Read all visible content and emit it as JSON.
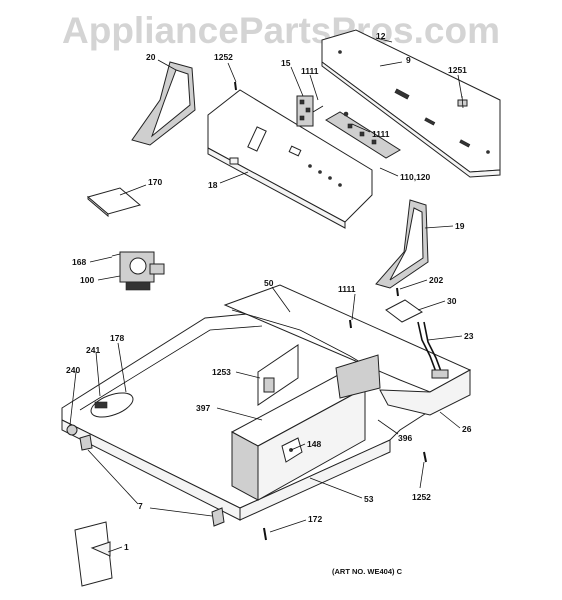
{
  "watermark": "AppliancePartsPros.com",
  "art_number": "(ART NO. WE404) C",
  "callouts": [
    {
      "id": "c20",
      "text": "20"
    },
    {
      "id": "c1252a",
      "text": "1252"
    },
    {
      "id": "c15",
      "text": "15"
    },
    {
      "id": "c1111a",
      "text": "1111"
    },
    {
      "id": "c12",
      "text": "12"
    },
    {
      "id": "c9",
      "text": "9"
    },
    {
      "id": "c1251",
      "text": "1251"
    },
    {
      "id": "c1111b",
      "text": "1111"
    },
    {
      "id": "c110",
      "text": "110,120"
    },
    {
      "id": "c18",
      "text": "18"
    },
    {
      "id": "c170",
      "text": "170"
    },
    {
      "id": "c19",
      "text": "19"
    },
    {
      "id": "c168",
      "text": "168"
    },
    {
      "id": "c100",
      "text": "100"
    },
    {
      "id": "c50",
      "text": "50"
    },
    {
      "id": "c1111c",
      "text": "1111"
    },
    {
      "id": "c202",
      "text": "202"
    },
    {
      "id": "c30",
      "text": "30"
    },
    {
      "id": "c23",
      "text": "23"
    },
    {
      "id": "c178",
      "text": "178"
    },
    {
      "id": "c241",
      "text": "241"
    },
    {
      "id": "c240",
      "text": "240"
    },
    {
      "id": "c1253",
      "text": "1253"
    },
    {
      "id": "c397",
      "text": "397"
    },
    {
      "id": "c148",
      "text": "148"
    },
    {
      "id": "c396",
      "text": "396"
    },
    {
      "id": "c26",
      "text": "26"
    },
    {
      "id": "c7",
      "text": "7"
    },
    {
      "id": "c53",
      "text": "53"
    },
    {
      "id": "c1252b",
      "text": "1252"
    },
    {
      "id": "c172",
      "text": "172"
    },
    {
      "id": "c1",
      "text": "1"
    }
  ]
}
